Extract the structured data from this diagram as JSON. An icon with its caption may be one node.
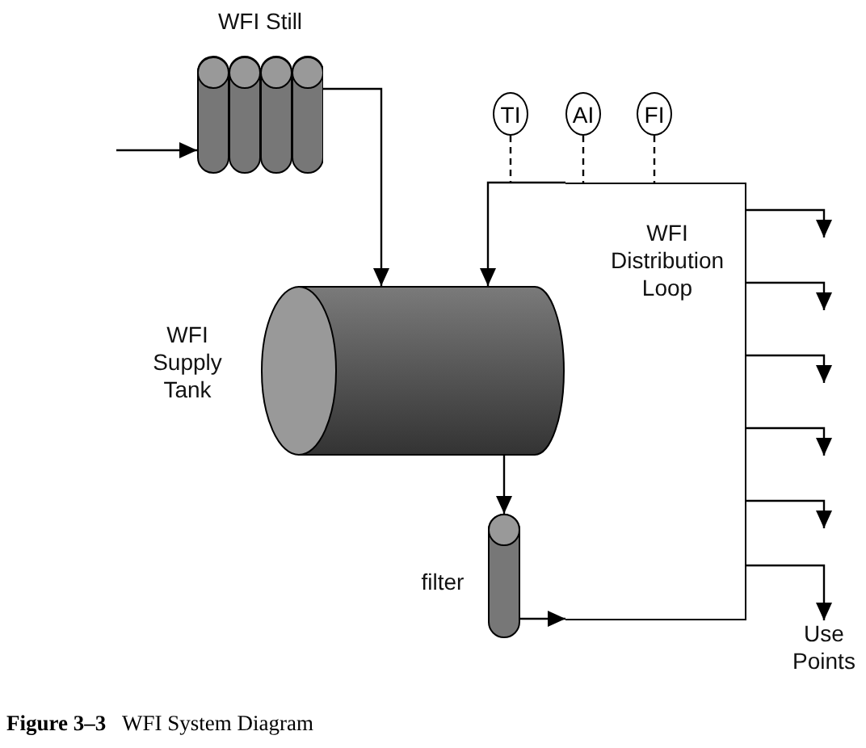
{
  "diagram": {
    "caption": "**Figure 3–3**   WFI System Diagram",
    "nodes": [
      {
        "text": [
          "WFI Still"
        ]
      },
      {
        "text": [
          "WFI Supply Tank"
        ]
      },
      {
        "text": [
          "filter"
        ]
      },
      {
        "text": [
          "TI"
        ]
      },
      {
        "text": [
          "AI"
        ]
      },
      {
        "text": [
          "FI"
        ]
      },
      {
        "text": [
          "WFI Distribution Loop"
        ]
      },
      {
        "text": [
          "Use Points"
        ]
      }
    ],
    "edges": [
      {
        "from": null,
        "to": 0,
        "arrow": "to"
      },
      {
        "from": 0,
        "to": 1,
        "arrow": "to"
      },
      {
        "from": 1,
        "to": 2,
        "arrow": "to"
      },
      {
        "from": 2,
        "to": 6,
        "arrow": "to"
      },
      {
        "from": 6,
        "to": 1,
        "arrow": "to"
      },
      {
        "from": 3,
        "to": null,
        "arrow": "none",
        "style": "dashed"
      },
      {
        "from": 4,
        "to": 6,
        "arrow": "none",
        "style": "dashed"
      },
      {
        "from": 5,
        "to": 6,
        "arrow": "none",
        "style": "dashed"
      },
      {
        "from": 6,
        "to": null,
        "arrow": "to"
      },
      {
        "from": 6,
        "to": null,
        "arrow": "to"
      },
      {
        "from": 6,
        "to": null,
        "arrow": "to"
      },
      {
        "from": 6,
        "to": null,
        "arrow": "to"
      },
      {
        "from": 6,
        "to": null,
        "arrow": "to"
      },
      {
        "from": 6,
        "to": 7,
        "arrow": "to"
      }
    ]
  }
}
